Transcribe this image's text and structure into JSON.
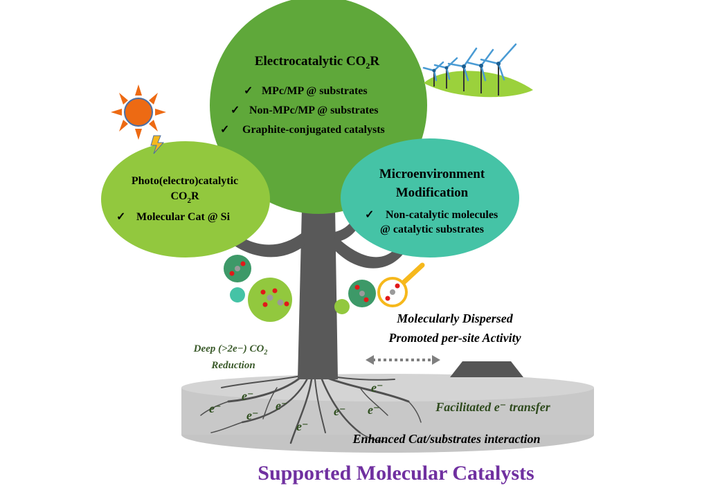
{
  "main_title": "Supported Molecular Catalysts",
  "center_bubble": {
    "title": "Electrocatalytic CO",
    "title_sub": "2",
    "title_tail": "R",
    "items": [
      "MPc/MP @ substrates",
      "Non-MPc/MP @ substrates",
      "Graphite-conjugated catalysts"
    ]
  },
  "left_bubble": {
    "title_line1": "Photo(electro)catalytic",
    "title_line2_a": "CO",
    "title_line2_sub": "2",
    "title_line2_b": "R",
    "items": [
      "Molecular Cat @ Si"
    ]
  },
  "right_bubble": {
    "title_line1": "Microenvironment",
    "title_line2": "Modification",
    "item_line1": "Non-catalytic molecules",
    "item_line2": "@ catalytic substrates"
  },
  "check_mark": "✓",
  "annotations": {
    "deep_line1": "Deep (>2e−) CO",
    "deep_sub": "2",
    "deep_line2": "Reduction",
    "dispersed_line1": "Molecularly Dispersed",
    "dispersed_line2": "Promoted per-site Activity",
    "facilitated": "Facilitated e⁻ transfer",
    "enhanced": "Enhanced Cat/substrates interaction"
  },
  "electron_label": "e⁻",
  "colors": {
    "center_bubble": "#5fa83a",
    "left_bubble": "#92c83e",
    "right_bubble": "#45c3a6",
    "trunk": "#595959",
    "ground": "#c6c6c6",
    "title": "#7030a0",
    "sun": "#ed6a13",
    "magnifier": "#f6b81c"
  }
}
